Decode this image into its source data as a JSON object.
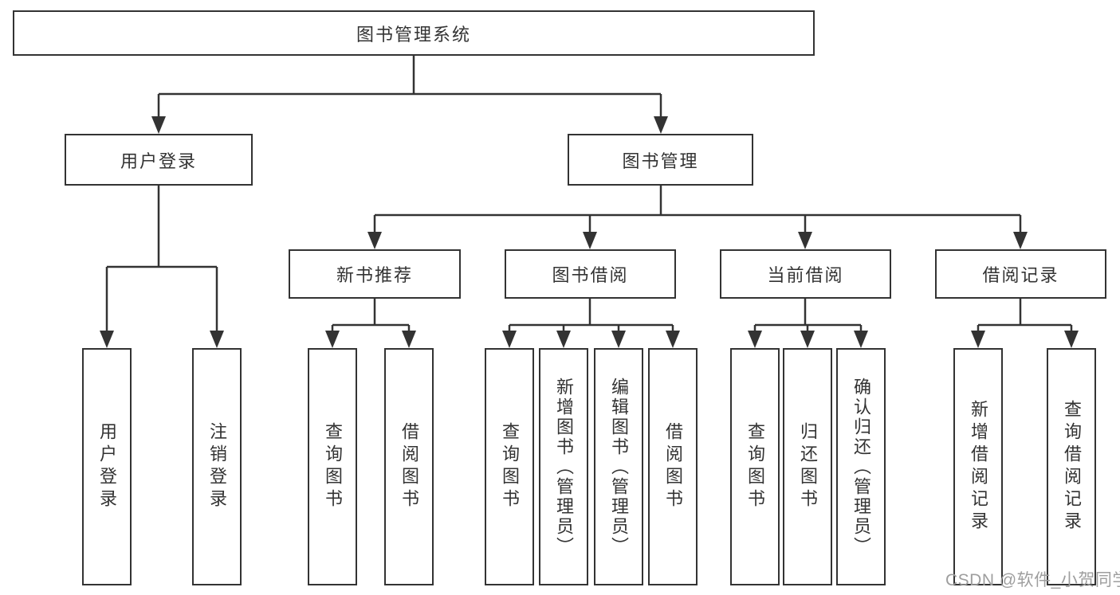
{
  "diagram": {
    "title": "图书管理系统",
    "root": {
      "label": "图书管理系统"
    },
    "level2": [
      {
        "id": "user-login",
        "label": "用户登录"
      },
      {
        "id": "book-management",
        "label": "图书管理"
      }
    ],
    "level3": [
      {
        "id": "new-book-recommend",
        "label": "新书推荐"
      },
      {
        "id": "book-borrow",
        "label": "图书借阅"
      },
      {
        "id": "current-borrow",
        "label": "当前借阅"
      },
      {
        "id": "borrow-records",
        "label": "借阅记录"
      }
    ],
    "leaves": [
      {
        "id": "user-login-leaf",
        "label": "用户登录"
      },
      {
        "id": "logout",
        "label": "注销登录"
      },
      {
        "id": "query-books-1",
        "label": "查询图书"
      },
      {
        "id": "borrow-books-1",
        "label": "借阅图书"
      },
      {
        "id": "query-books-2",
        "label": "查询图书"
      },
      {
        "id": "add-books-admin",
        "label": "新增图书（管理员）"
      },
      {
        "id": "edit-books-admin",
        "label": "编辑图书（管理员）"
      },
      {
        "id": "borrow-books-2",
        "label": "借阅图书"
      },
      {
        "id": "query-books-3",
        "label": "查询图书"
      },
      {
        "id": "return-books",
        "label": "归还图书"
      },
      {
        "id": "confirm-return-admin",
        "label": "确认归还（管理员）"
      },
      {
        "id": "add-borrow-record",
        "label": "新增借阅记录"
      },
      {
        "id": "query-borrow-record",
        "label": "查询借阅记录"
      }
    ],
    "colors": {
      "line": "#333333",
      "text": "#333333",
      "background": "#ffffff",
      "watermark": "#9e9e9e"
    }
  },
  "watermark": {
    "text": "CSDN @软件_小贺同学"
  }
}
